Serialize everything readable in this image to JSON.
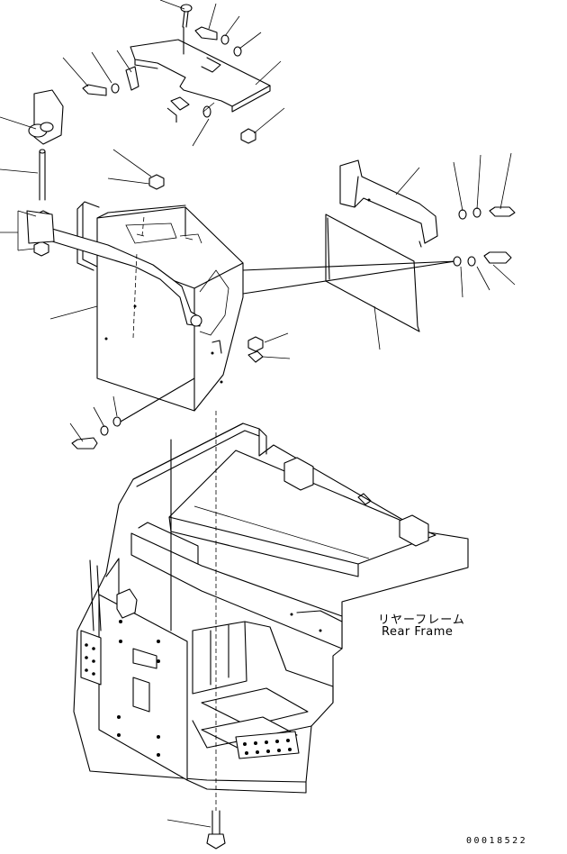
{
  "labels": {
    "rear_frame_jp": "リヤーフレーム",
    "rear_frame_en": "Rear Frame",
    "drawing_number": "00018522"
  }
}
